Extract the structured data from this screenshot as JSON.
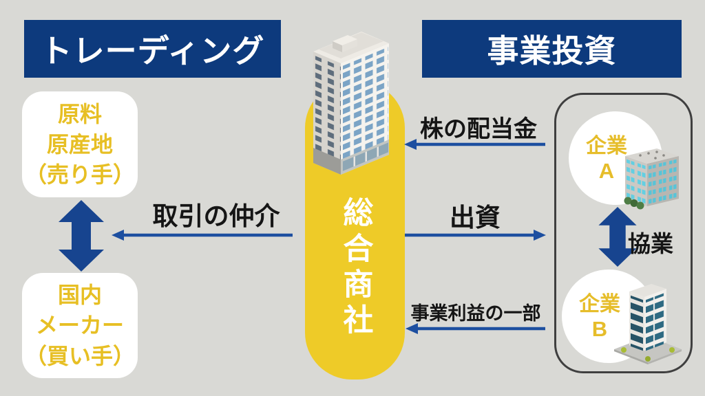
{
  "palette": {
    "background": "#d9d9d5",
    "header_navy": "#0d3a7d",
    "pill_yellow": "#eecb28",
    "box_text_yellow": "#e7bf24",
    "thin_arrow_blue": "#1d4fa0",
    "block_arrow_blue": "#17448f",
    "panel_border_gray": "#3f3f3f",
    "label_black": "#151515"
  },
  "headers": {
    "trading": "トレーディング",
    "investment": "事業投資"
  },
  "center": {
    "company_label": "総合商社"
  },
  "trading_side": {
    "seller_box": {
      "lines": [
        "原料",
        "原産地",
        "（売り手）"
      ]
    },
    "buyer_box": {
      "lines": [
        "国内",
        "メーカー",
        "（買い手）"
      ]
    },
    "mediation_label": "取引の仲介"
  },
  "investment_side": {
    "dividend_label": "株の配当金",
    "investment_label": "出資",
    "profit_label": "事業利益の一部",
    "collaboration_label": "協業",
    "company_a": {
      "name": "企業",
      "letter": "A"
    },
    "company_b": {
      "name": "企業",
      "letter": "B"
    }
  }
}
